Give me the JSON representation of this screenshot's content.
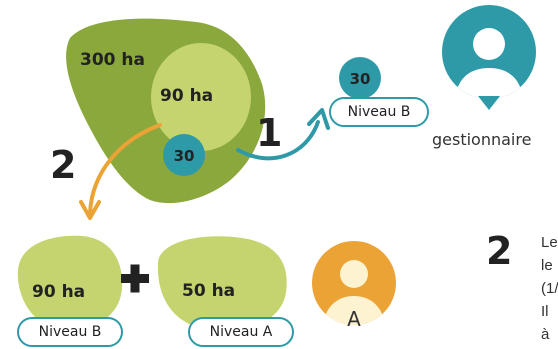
{
  "top": {
    "outer_area": "300 ha",
    "inner_area": "90 ha",
    "core_area": "30",
    "step_one": "1",
    "step_two": "2",
    "transfer_count": "30",
    "transfer_level": "Niveau B",
    "manager_caption": "gestionnaire"
  },
  "bottom": {
    "left_area": "90 ha",
    "left_level": "Niveau B",
    "plus_sign": "+",
    "right_area": "50 ha",
    "right_level": "Niveau A",
    "avatar_letter": "A"
  },
  "side": {
    "step_number": "2",
    "lines": [
      "Le",
      "le",
      "(1/",
      "Il",
      "à"
    ]
  },
  "colors": {
    "dark_green": "#8aa83c",
    "light_green": "#c5d46e",
    "teal": "#2e9aa7",
    "orange": "#eca336",
    "text": "#222222"
  },
  "icons": [
    "user-avatar-icon",
    "arrow-curved-right-icon",
    "arrow-curved-down-icon",
    "plus-icon"
  ]
}
